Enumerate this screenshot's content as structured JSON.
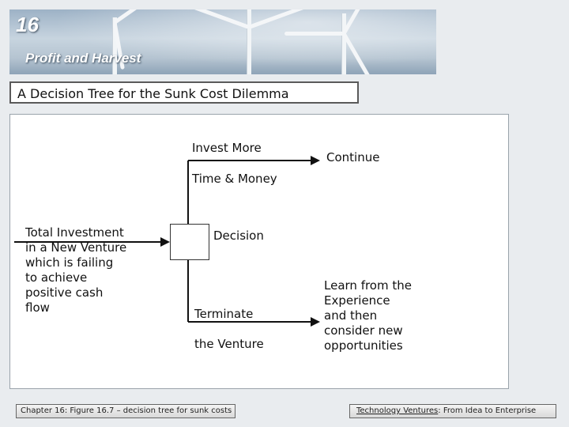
{
  "header": {
    "chapter_number": "16",
    "chapter_title": "Profit and Harvest"
  },
  "slide": {
    "title": "A Decision Tree for the Sunk Cost Dilemma"
  },
  "tree": {
    "start_text": [
      "Total Investment",
      "in a New Venture",
      "which is failing",
      "to achieve",
      "positive cash",
      "flow"
    ],
    "decision_label": "Decision",
    "upper_branch_top": "Invest More",
    "upper_branch_bottom": "Time & Money",
    "upper_outcome": "Continue",
    "lower_branch_top": "Terminate",
    "lower_branch_bottom": "the Venture",
    "lower_outcome": [
      "Learn from the",
      "Experience",
      "and then",
      "consider new",
      "opportunities"
    ]
  },
  "footer": {
    "left": "Chapter 16: Figure 16.7 – decision tree for sunk costs",
    "right_underlined": "Technology Ventures",
    "right_rest": ": From Idea to Enterprise"
  }
}
